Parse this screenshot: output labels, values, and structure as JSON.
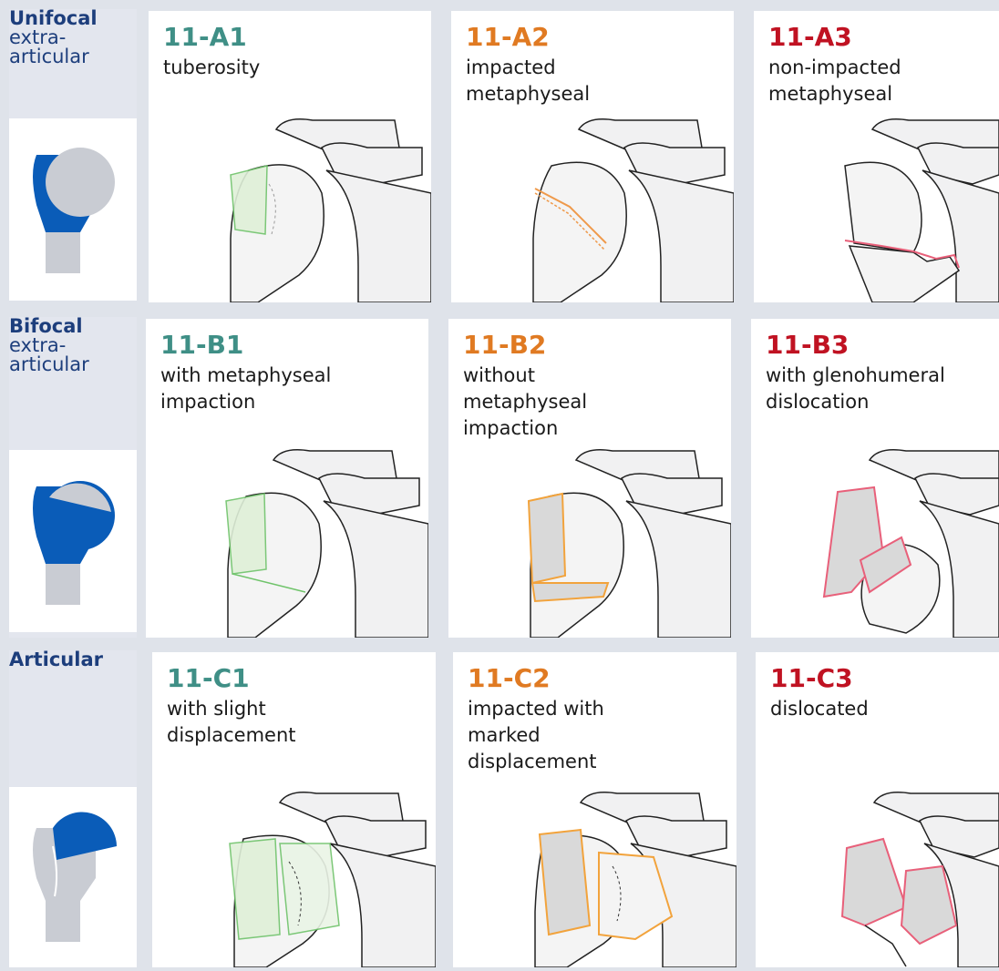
{
  "rows": [
    {
      "label_bold": "Unifocal",
      "label_sub": "extra-\narticular"
    },
    {
      "label_bold": "Bifocal",
      "label_sub": "extra-\narticular"
    },
    {
      "label_bold": "Articular",
      "label_sub": ""
    }
  ],
  "cells": [
    {
      "code": "11-A1",
      "desc": "tuberosity"
    },
    {
      "code": "11-A2",
      "desc": "impacted\nmetaphyseal"
    },
    {
      "code": "11-A3",
      "desc": "non-impacted\nmetaphyseal"
    },
    {
      "code": "11-B1",
      "desc": "with metaphyseal\nimpaction"
    },
    {
      "code": "11-B2",
      "desc": "without\nmetaphyseal\nimpaction"
    },
    {
      "code": "11-B3",
      "desc": "with glenohumeral\ndislocation"
    },
    {
      "code": "11-C1",
      "desc": "with slight\ndisplacement"
    },
    {
      "code": "11-C2",
      "desc": "impacted with\nmarked\ndisplacement"
    },
    {
      "code": "11-C3",
      "desc": "dislocated"
    }
  ],
  "colors": {
    "green": "#3f8f86",
    "orange": "#e07a22",
    "red": "#c01222",
    "navy": "#1d3e7c",
    "bone_blue": "#0a5cb8",
    "bone_gray": "#c9ccd3"
  }
}
